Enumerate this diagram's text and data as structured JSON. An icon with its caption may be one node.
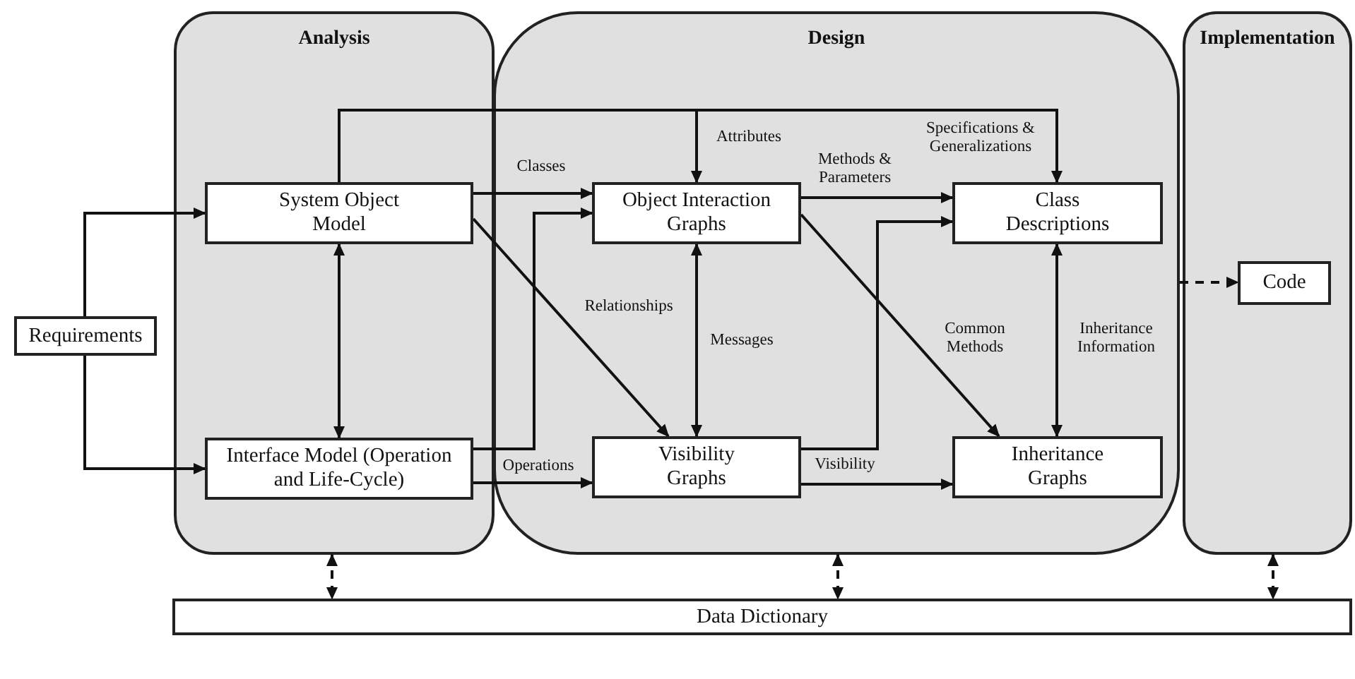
{
  "diagram": {
    "nodes": [
      {
        "text": [
          "Analysis"
        ]
      },
      {
        "text": [
          "Design"
        ]
      },
      {
        "text": [
          "Implementation"
        ]
      },
      {
        "text": [
          "Requirements"
        ]
      },
      {
        "text": [
          "System Object Model"
        ],
        "in": 0
      },
      {
        "text": [
          "Interface Model (Operation and Life-Cycle)"
        ],
        "in": 0
      },
      {
        "text": [
          "Object Interaction Graphs"
        ],
        "in": 1
      },
      {
        "text": [
          "Visibility Graphs"
        ],
        "in": 1
      },
      {
        "text": [
          "Class Descriptions"
        ],
        "in": 1
      },
      {
        "text": [
          "Inheritance Graphs"
        ],
        "in": 1
      },
      {
        "text": [
          "Code"
        ],
        "in": 2
      },
      {
        "text": [
          "Data Dictionary"
        ]
      }
    ],
    "edges": [
      {
        "from": 3,
        "to": 4,
        "arrow": "to"
      },
      {
        "from": 3,
        "to": 5,
        "arrow": "to"
      },
      {
        "from": 4,
        "to": 5,
        "arrow": "both"
      },
      {
        "from": 4,
        "to": 6,
        "arrow": "to",
        "label": "Classes"
      },
      {
        "from": 4,
        "to": 7,
        "arrow": "to",
        "label": "Relationships"
      },
      {
        "from": 5,
        "to": 6,
        "arrow": "to"
      },
      {
        "from": 5,
        "to": 7,
        "arrow": "to",
        "label": "Operations"
      },
      {
        "from": 4,
        "to": 6,
        "arrow": "to",
        "label": "Attributes"
      },
      {
        "from": 4,
        "to": 8,
        "arrow": "to",
        "label": "Specifications & Generalizations"
      },
      {
        "from": 6,
        "to": 8,
        "arrow": "to",
        "label": "Methods & Parameters"
      },
      {
        "from": 6,
        "to": 7,
        "arrow": "both",
        "label": "Messages"
      },
      {
        "from": 6,
        "to": 9,
        "arrow": "to",
        "label": "Common Methods"
      },
      {
        "from": 7,
        "to": 8,
        "arrow": "to"
      },
      {
        "from": 7,
        "to": 9,
        "arrow": "to",
        "label": "Visibility"
      },
      {
        "from": 8,
        "to": 9,
        "arrow": "both",
        "label": "Inheritance Information"
      },
      {
        "from": 1,
        "to": 10,
        "arrow": "to",
        "style": "dashed"
      },
      {
        "from": 0,
        "to": 11,
        "arrow": "both",
        "style": "dashed"
      },
      {
        "from": 1,
        "to": 11,
        "arrow": "both",
        "style": "dashed"
      },
      {
        "from": 2,
        "to": 11,
        "arrow": "both",
        "style": "dashed"
      }
    ]
  }
}
